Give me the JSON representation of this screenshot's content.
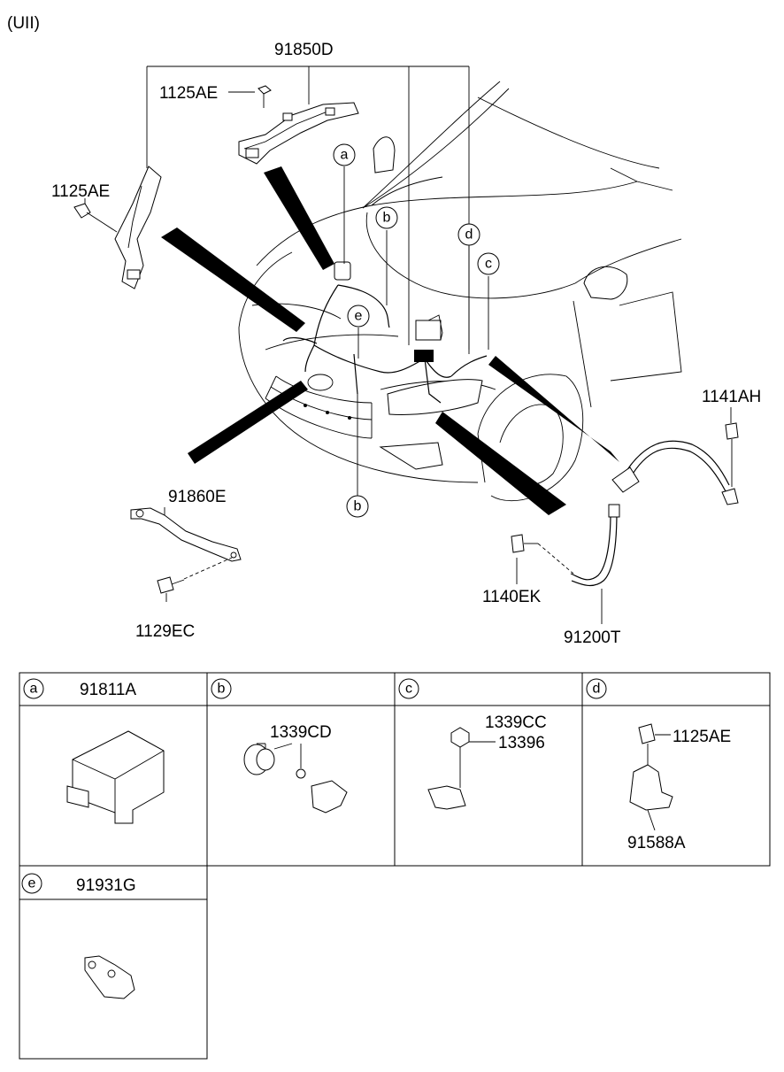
{
  "header": {
    "variant": "(UII)"
  },
  "main_labels": {
    "p91850D": "91850D",
    "p1125AE_top": "1125AE",
    "p1125AE_left": "1125AE",
    "p1141AH": "1141AH",
    "p91860E": "91860E",
    "p1129EC": "1129EC",
    "p1140EK": "1140EK",
    "p91200T": "91200T"
  },
  "callouts": {
    "a": "a",
    "b": "b",
    "b2": "b",
    "c": "c",
    "d": "d",
    "e": "e"
  },
  "table": {
    "cells": [
      {
        "letter": "a",
        "header_part": "91811A",
        "parts": []
      },
      {
        "letter": "b",
        "header_part": "",
        "parts": [
          "1339CD"
        ]
      },
      {
        "letter": "c",
        "header_part": "",
        "parts": [
          "1339CC",
          "13396"
        ]
      },
      {
        "letter": "d",
        "header_part": "",
        "parts": [
          "1125AE",
          "91588A"
        ]
      },
      {
        "letter": "e",
        "header_part": "91931G",
        "parts": []
      }
    ]
  }
}
